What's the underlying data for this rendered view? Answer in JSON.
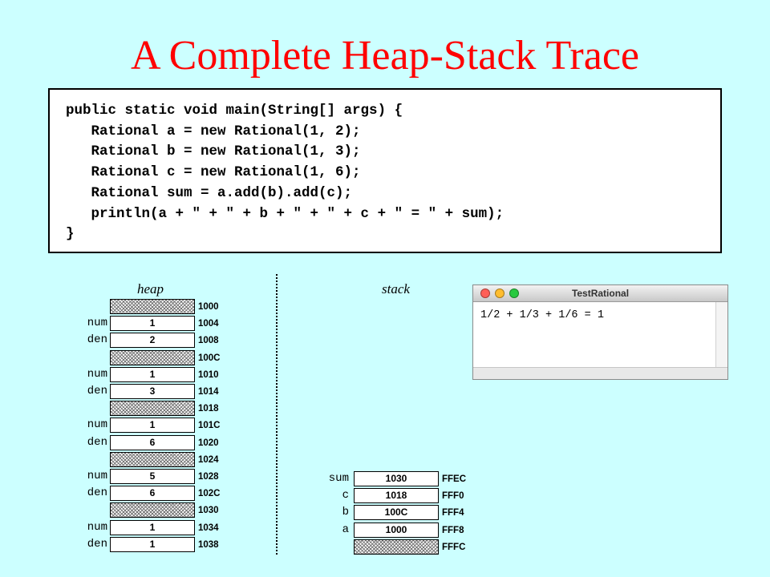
{
  "title": "A Complete Heap-Stack Trace",
  "code": [
    "public static void main(String[] args) {",
    "   Rational a = new Rational(1, 2);",
    "   Rational b = new Rational(1, 3);",
    "   Rational c = new Rational(1, 6);",
    "   Rational sum = a.add(b).add(c);",
    "   println(a + \" + \" + b + \" + \" + c + \" = \" + sum);",
    "}"
  ],
  "heap": {
    "label": "heap",
    "rows": [
      {
        "field": "",
        "value": "",
        "hatched": true,
        "addr": "1000"
      },
      {
        "field": "num",
        "value": "1",
        "hatched": false,
        "addr": "1004"
      },
      {
        "field": "den",
        "value": "2",
        "hatched": false,
        "addr": "1008"
      },
      {
        "field": "",
        "value": "",
        "hatched": true,
        "addr": "100C"
      },
      {
        "field": "num",
        "value": "1",
        "hatched": false,
        "addr": "1010"
      },
      {
        "field": "den",
        "value": "3",
        "hatched": false,
        "addr": "1014"
      },
      {
        "field": "",
        "value": "",
        "hatched": true,
        "addr": "1018"
      },
      {
        "field": "num",
        "value": "1",
        "hatched": false,
        "addr": "101C"
      },
      {
        "field": "den",
        "value": "6",
        "hatched": false,
        "addr": "1020"
      },
      {
        "field": "",
        "value": "",
        "hatched": true,
        "addr": "1024"
      },
      {
        "field": "num",
        "value": "5",
        "hatched": false,
        "addr": "1028"
      },
      {
        "field": "den",
        "value": "6",
        "hatched": false,
        "addr": "102C"
      },
      {
        "field": "",
        "value": "",
        "hatched": true,
        "addr": "1030"
      },
      {
        "field": "num",
        "value": "1",
        "hatched": false,
        "addr": "1034"
      },
      {
        "field": "den",
        "value": "1",
        "hatched": false,
        "addr": "1038"
      }
    ]
  },
  "stack": {
    "label": "stack",
    "rows": [
      {
        "field": "sum",
        "value": "1030",
        "hatched": false,
        "addr": "FFEC"
      },
      {
        "field": "c",
        "value": "1018",
        "hatched": false,
        "addr": "FFF0"
      },
      {
        "field": "b",
        "value": "100C",
        "hatched": false,
        "addr": "FFF4"
      },
      {
        "field": "a",
        "value": "1000",
        "hatched": false,
        "addr": "FFF8"
      },
      {
        "field": "",
        "value": "",
        "hatched": true,
        "addr": "FFFC"
      }
    ]
  },
  "window": {
    "title": "TestRational",
    "output": "1/2 + 1/3 + 1/6 = 1",
    "buttons": [
      "close",
      "minimize",
      "zoom"
    ]
  },
  "colors": {
    "background": "#ccffff",
    "title": "#ff0000",
    "close": "#ff5f57",
    "minimize": "#ffbd2e",
    "zoom": "#28c940"
  }
}
